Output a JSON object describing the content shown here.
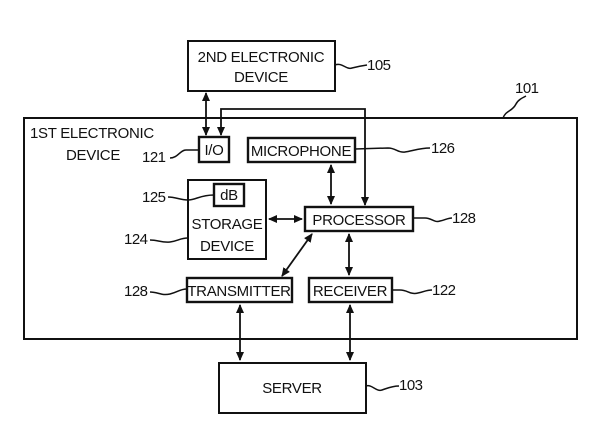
{
  "diagram": {
    "nodes": {
      "second_device": {
        "line1": "2ND ELECTRONIC",
        "line2": "DEVICE",
        "ref": "105"
      },
      "first_device": {
        "line1": "1ST ELECTRONIC",
        "line2": "DEVICE",
        "ref": "101"
      },
      "io": {
        "label": "I/O",
        "ref": "121"
      },
      "microphone": {
        "label": "MICROPHONE",
        "ref": "126"
      },
      "db": {
        "label": "dB",
        "ref": "125"
      },
      "storage": {
        "line1": "STORAGE",
        "line2": "DEVICE",
        "ref": "124"
      },
      "processor": {
        "label": "PROCESSOR",
        "ref": "128"
      },
      "transmitter": {
        "label": "TRANSMITTER",
        "ref": "128"
      },
      "receiver": {
        "label": "RECEIVER",
        "ref": "122"
      },
      "server": {
        "label": "SERVER",
        "ref": "103"
      }
    },
    "edges": [
      {
        "from": "io",
        "to": "second_device",
        "type": "bidirectional"
      },
      {
        "from": "second_device",
        "to": "io",
        "type": "arrow"
      },
      {
        "from": "io",
        "to": "processor",
        "type": "arrow"
      },
      {
        "from": "microphone",
        "to": "processor",
        "type": "bidirectional"
      },
      {
        "from": "storage",
        "to": "processor",
        "type": "bidirectional"
      },
      {
        "from": "processor",
        "to": "transmitter",
        "type": "bidirectional"
      },
      {
        "from": "processor",
        "to": "receiver",
        "type": "bidirectional"
      },
      {
        "from": "transmitter",
        "to": "server",
        "type": "bidirectional"
      },
      {
        "from": "receiver",
        "to": "server",
        "type": "bidirectional"
      }
    ]
  }
}
